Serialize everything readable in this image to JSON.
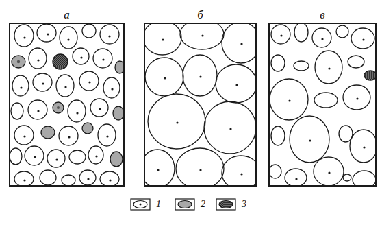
{
  "diagram": {
    "nodes": [
      {
        "text": [
          "а"
        ]
      },
      {
        "text": [
          "б"
        ]
      },
      {
        "text": [
          "в"
        ]
      }
    ],
    "legend": [
      {
        "text": "1"
      },
      {
        "text": "2",
        "color": "#a8a8a8"
      },
      {
        "text": "3"
      }
    ]
  }
}
